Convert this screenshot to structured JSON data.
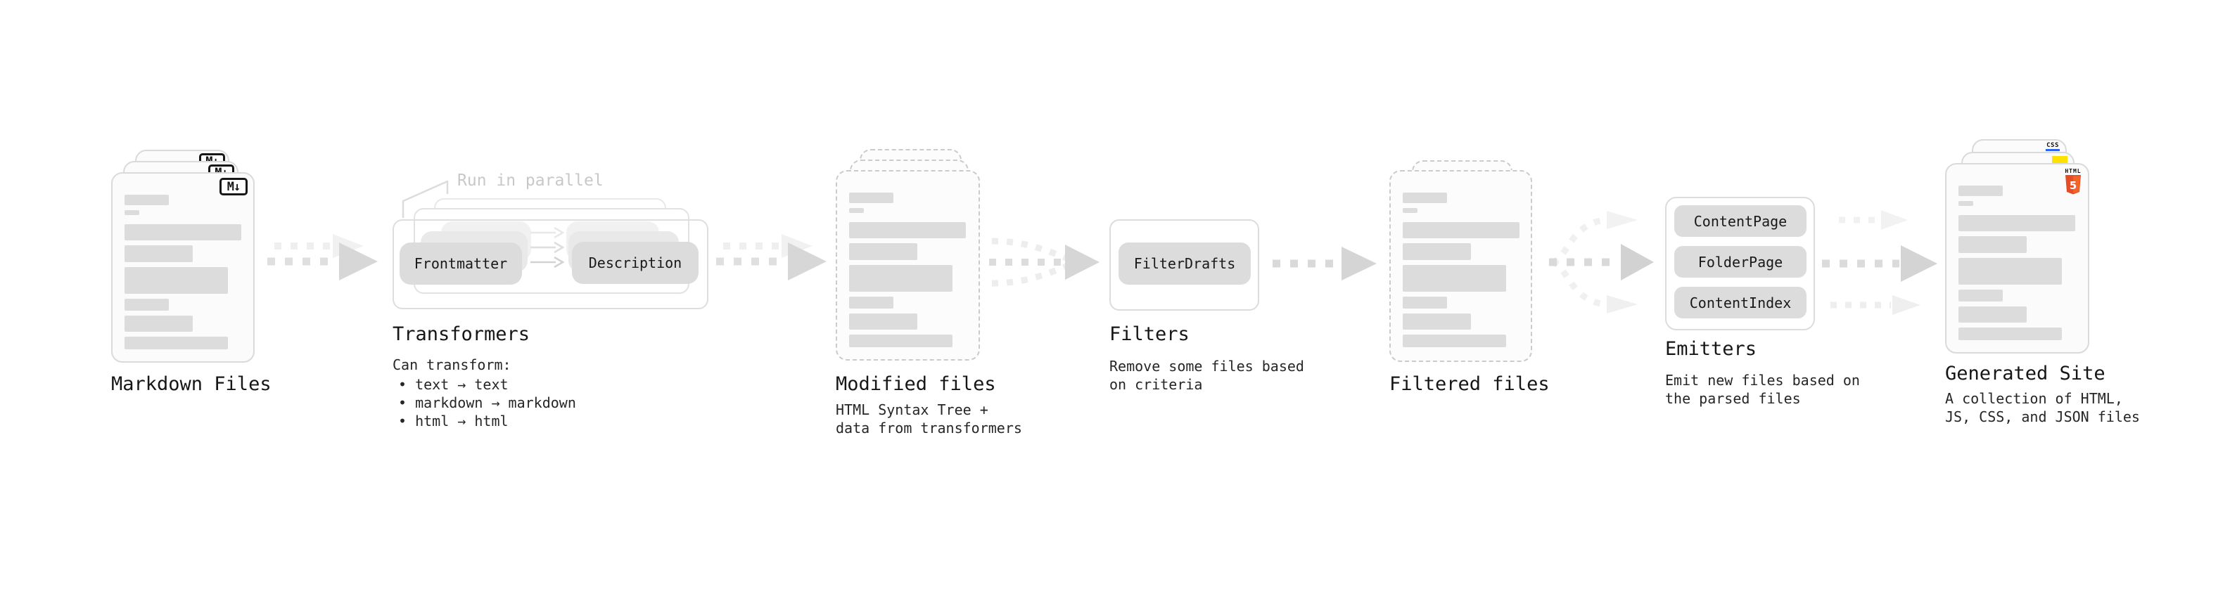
{
  "stages": {
    "markdown": {
      "title": "Markdown Files",
      "badge": "M↓"
    },
    "transformers": {
      "title": "Transformers",
      "annotation": "Run in parallel",
      "pill_left": "Frontmatter",
      "pill_right": "Description",
      "caption_heading": "Can transform:",
      "bullets": [
        "• text → text",
        "• markdown → markdown",
        "• html → html"
      ]
    },
    "modified": {
      "title": "Modified files",
      "caption": [
        "HTML Syntax Tree +",
        "data from transformers"
      ]
    },
    "filters": {
      "title": "Filters",
      "pill": "FilterDrafts",
      "caption": [
        "Remove some files based",
        "on criteria"
      ]
    },
    "filtered": {
      "title": "Filtered files"
    },
    "emitters": {
      "title": "Emitters",
      "pills": [
        "ContentPage",
        "FolderPage",
        "ContentIndex"
      ],
      "caption": [
        "Emit new files based on",
        "the parsed files"
      ]
    },
    "generated": {
      "title": "Generated Site",
      "caption": [
        "A collection of HTML,",
        "JS, CSS, and JSON files"
      ],
      "badges": {
        "html_label": "HTML",
        "html_number": "5",
        "css_label": "CSS"
      }
    }
  },
  "icons": {
    "markdown": "M↓ markdown badge",
    "html5": "HTML5 orange shield",
    "css": "CSS blue underline badge",
    "js": "JS yellow tag",
    "flow_arrow": "dashed gray right arrow"
  },
  "colors": {
    "background": "#ffffff",
    "card_background": "#fbfbfb",
    "card_border": "#dadada",
    "dashed_border": "#cbcbcb",
    "skeleton_bar": "#dcdcdc",
    "pill_background": "#dcdcdc",
    "arrow_gray": "#d7d7d7",
    "arrow_faint": "#f0f0f0",
    "muted_annotation": "#c8c8c8",
    "text": "#161616",
    "html5_orange": "#e44d26",
    "html5_orange_light": "#f16529",
    "js_yellow": "#ffe100",
    "css_blue": "#2b63f1"
  }
}
